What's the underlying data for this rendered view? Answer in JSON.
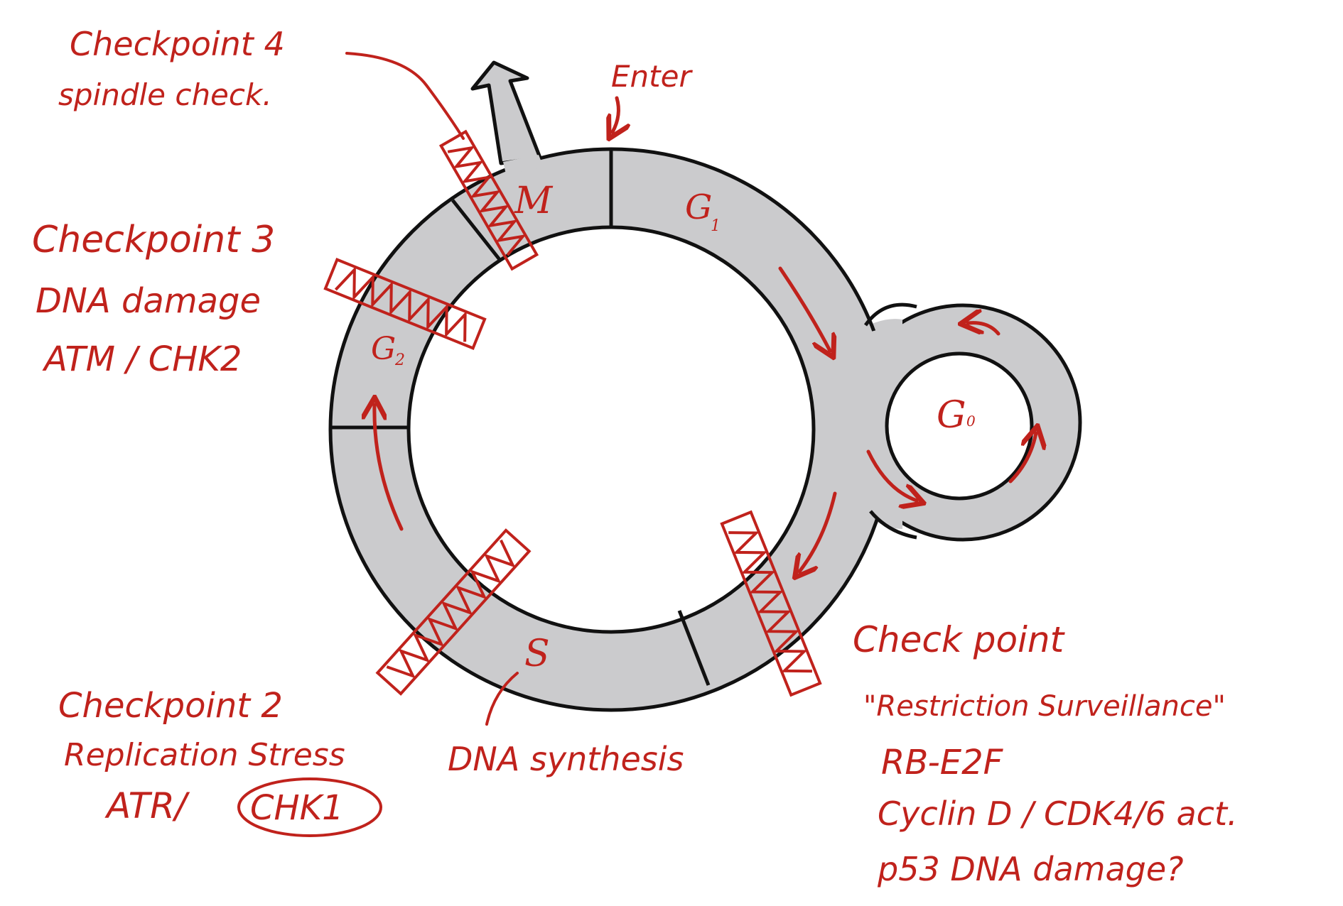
{
  "colors": {
    "ring_fill": "#cbcbcd",
    "ring_stroke": "#111111",
    "ink": "#c0221c",
    "background": "#ffffff"
  },
  "phases": {
    "g1": "G",
    "g1_sub": "1",
    "s": "S",
    "g2": "G",
    "g2_sub": "2",
    "m": "M",
    "g0": "G",
    "g0_sub": "0"
  },
  "labels": {
    "enter": "Enter",
    "dna_synthesis": "DNA synthesis"
  },
  "checkpoints": [
    {
      "id": "cp1",
      "lines": [
        "Check point",
        "\"Restriction Surveillance\"",
        "RB-E2F",
        "Cyclin D / CDK4/6 act.",
        "p53 DNA damage?"
      ]
    },
    {
      "id": "cp2",
      "lines": [
        "Checkpoint 2",
        "Replication Stress",
        "ATR/",
        "CHK1"
      ]
    },
    {
      "id": "cp3",
      "lines": [
        "Checkpoint 3",
        "DNA damage",
        "ATM / CHK2"
      ]
    },
    {
      "id": "cp4",
      "lines": [
        "Checkpoint 4",
        "spindle check."
      ]
    }
  ]
}
